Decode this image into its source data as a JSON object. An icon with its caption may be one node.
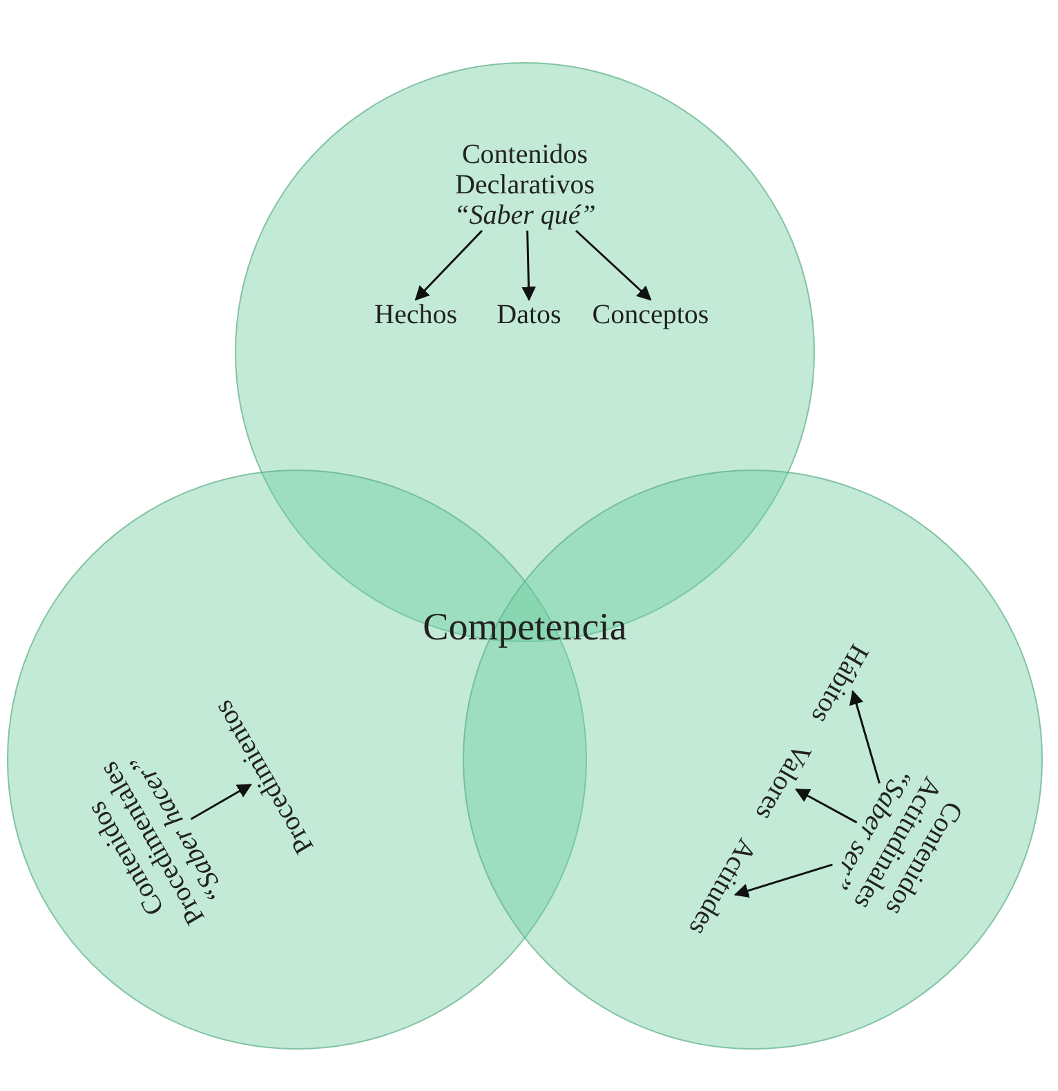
{
  "diagram": {
    "nodes": [
      {
        "text": [],
        "shape": "circle"
      },
      {
        "text": [
          "Contenidos Declarativos",
          "“Saber qué”"
        ],
        "in": 0
      },
      {
        "text": [
          "Hechos"
        ],
        "in": 0
      },
      {
        "text": [
          "Datos"
        ],
        "in": 0
      },
      {
        "text": [
          "Conceptos"
        ],
        "in": 0
      },
      {
        "text": [],
        "shape": "circle"
      },
      {
        "text": [
          "Contenidos Procedimentales",
          "“Saber hacer”"
        ],
        "in": 5
      },
      {
        "text": [
          "Procedimientos"
        ],
        "in": 5
      },
      {
        "text": [],
        "shape": "circle"
      },
      {
        "text": [
          "Contenidos Actitudinales",
          "“Saber ser”"
        ],
        "in": 8
      },
      {
        "text": [
          "Hábitos"
        ],
        "in": 8
      },
      {
        "text": [
          "Valores"
        ],
        "in": 8
      },
      {
        "text": [
          "Actitudes"
        ],
        "in": 8
      }
    ],
    "edges": [
      {
        "from": 1,
        "to": 2,
        "arrow": "to"
      },
      {
        "from": 1,
        "to": 3,
        "arrow": "to"
      },
      {
        "from": 1,
        "to": 4,
        "arrow": "to"
      },
      {
        "from": 6,
        "to": 7,
        "arrow": "to"
      },
      {
        "from": 9,
        "to": 10,
        "arrow": "to"
      },
      {
        "from": 9,
        "to": 11,
        "arrow": "to"
      },
      {
        "from": 9,
        "to": 12,
        "arrow": "to"
      }
    ],
    "labels": [
      "Competencia"
    ]
  }
}
